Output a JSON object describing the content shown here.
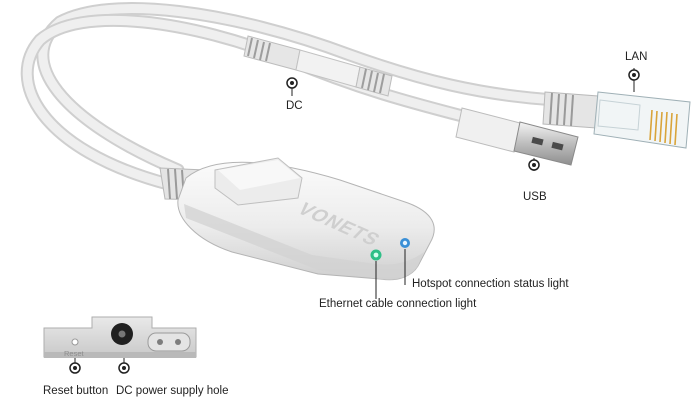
{
  "brand": {
    "logo_text": "VONETS"
  },
  "port_panel": {
    "reset_imprint": "Reset"
  },
  "callouts": {
    "dc": "DC",
    "lan": "LAN",
    "usb": "USB",
    "hotspot_light": "Hotspot connection status light",
    "ethernet_light": "Ethernet cable connection light",
    "reset_button": "Reset button",
    "dc_hole": "DC power supply hole"
  },
  "colors": {
    "cable": "#ececec",
    "device_body": "#f2f2f2",
    "ethernet_led": "#2fbf87",
    "hotspot_led": "#3a8fd6",
    "callout_dot": "#1a1a1a"
  }
}
